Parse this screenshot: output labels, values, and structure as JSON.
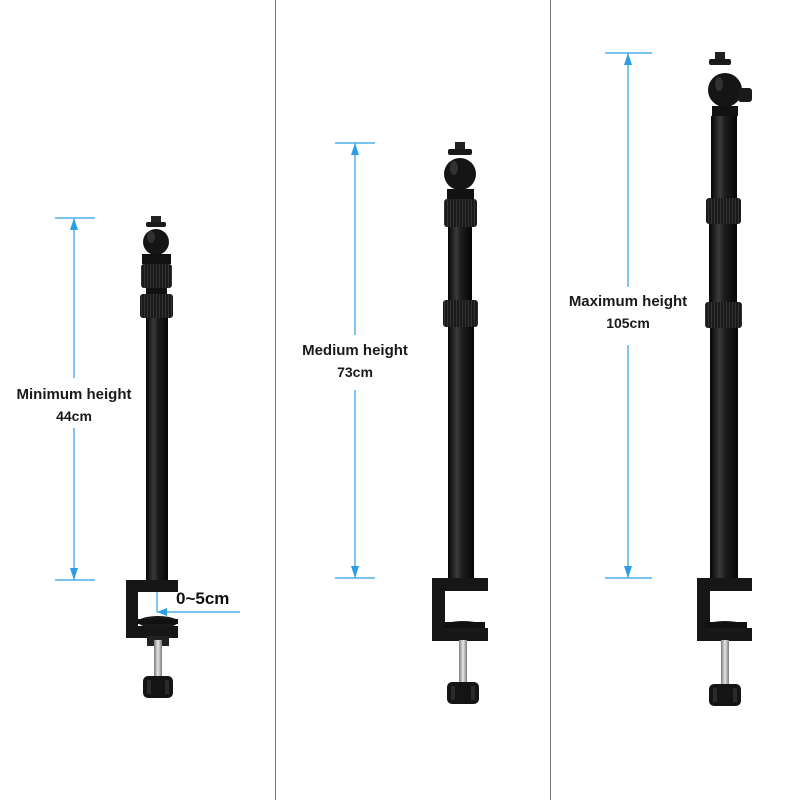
{
  "panels": [
    {
      "title": "Minimum height",
      "value": "44cm"
    },
    {
      "title": "Medium height",
      "value": "73cm"
    },
    {
      "title": "Maximum height",
      "value": "105cm"
    }
  ],
  "clamp_range": "0~5cm",
  "colors": {
    "dimension_line": "#2a9fe6",
    "pole": "#141414",
    "background": "#ffffff",
    "divider": "#777777"
  }
}
